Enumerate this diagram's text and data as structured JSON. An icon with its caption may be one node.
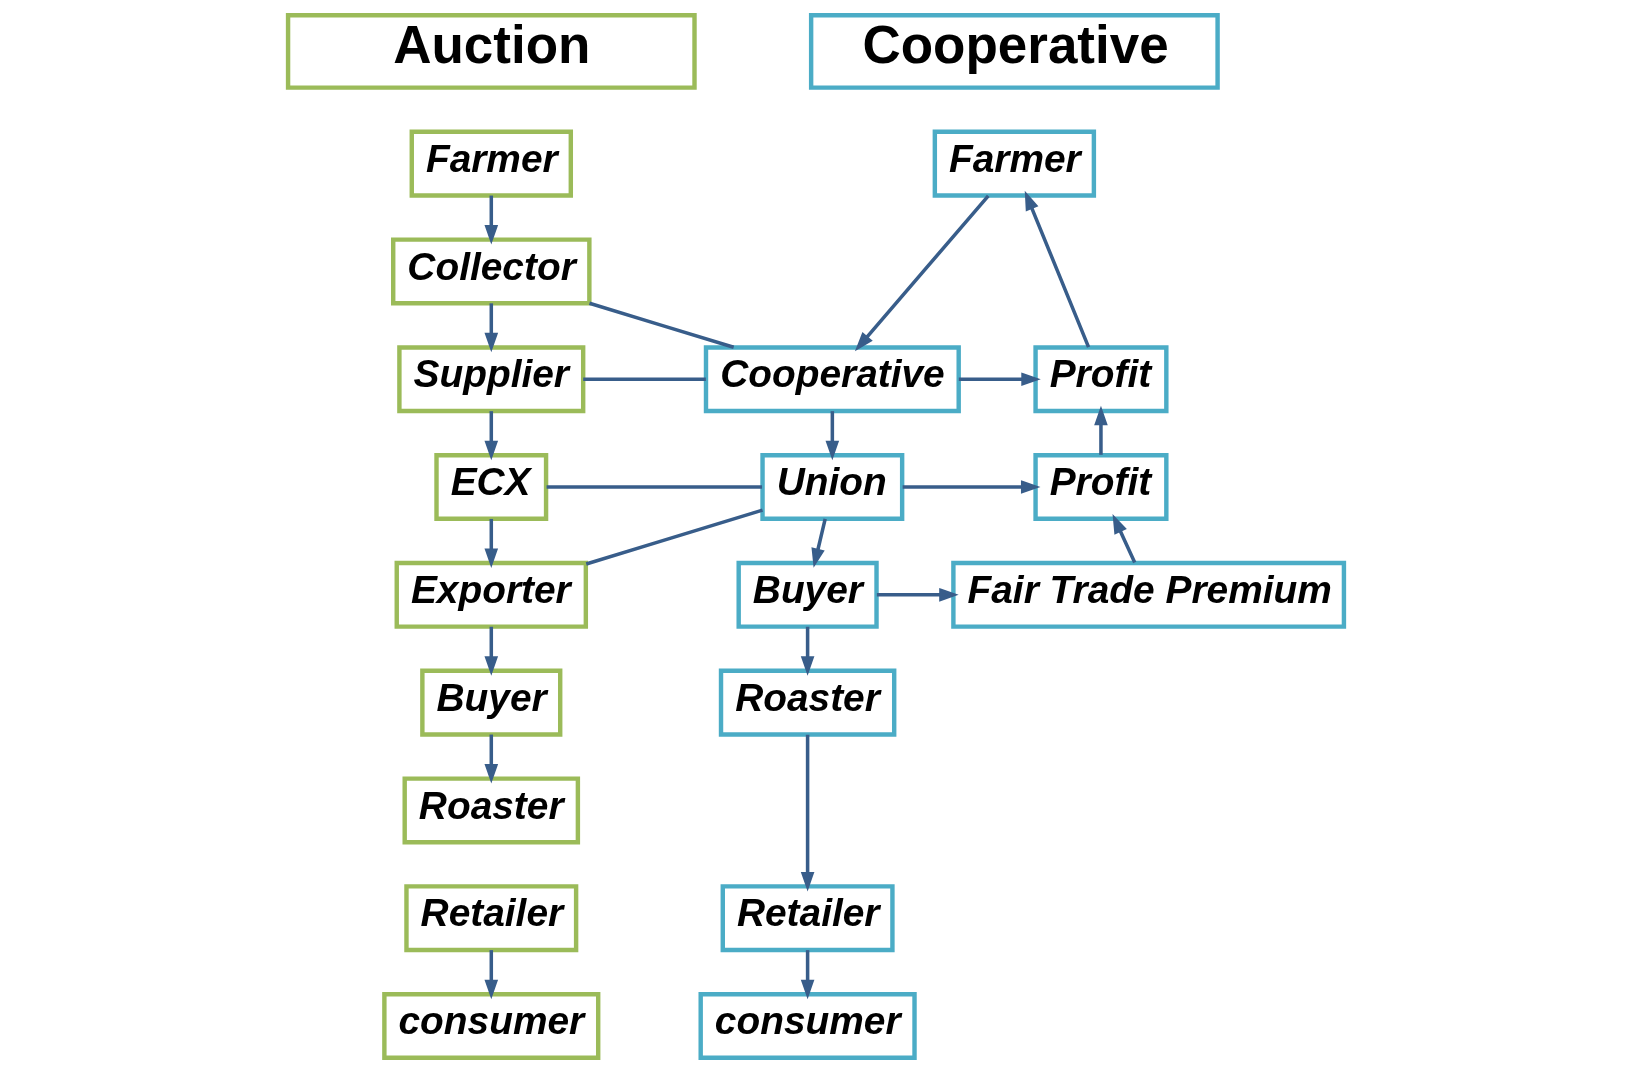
{
  "diagram": {
    "nodes": [
      {
        "text": [
          "Auction"
        ]
      },
      {
        "text": [
          "Farmer"
        ]
      },
      {
        "text": [
          "Collector"
        ]
      },
      {
        "text": [
          "Supplier"
        ]
      },
      {
        "text": [
          "ECX"
        ]
      },
      {
        "text": [
          "Exporter"
        ]
      },
      {
        "text": [
          "Buyer"
        ]
      },
      {
        "text": [
          "Roaster"
        ]
      },
      {
        "text": [
          "Retailer"
        ]
      },
      {
        "text": [
          "consumer"
        ]
      },
      {
        "text": [
          "Cooperative"
        ]
      },
      {
        "text": [
          "Farmer"
        ]
      },
      {
        "text": [
          "Cooperative"
        ]
      },
      {
        "text": [
          "Union"
        ]
      },
      {
        "text": [
          "Buyer"
        ]
      },
      {
        "text": [
          "Roaster"
        ]
      },
      {
        "text": [
          "Retailer"
        ]
      },
      {
        "text": [
          "consumer"
        ]
      },
      {
        "text": [
          "Profit"
        ]
      },
      {
        "text": [
          "Profit"
        ]
      },
      {
        "text": [
          "Fair Trade Premium"
        ]
      }
    ],
    "edges": [
      {
        "from": 1,
        "to": 2,
        "arrow": "to"
      },
      {
        "from": 2,
        "to": 3,
        "arrow": "to"
      },
      {
        "from": 3,
        "to": 4,
        "arrow": "to"
      },
      {
        "from": 4,
        "to": 5,
        "arrow": "to"
      },
      {
        "from": 5,
        "to": 6,
        "arrow": "to"
      },
      {
        "from": 6,
        "to": 7,
        "arrow": "to"
      },
      {
        "from": 8,
        "to": 9,
        "arrow": "to"
      },
      {
        "from": 2,
        "to": 12,
        "arrow": "none"
      },
      {
        "from": 3,
        "to": 12,
        "arrow": "none"
      },
      {
        "from": 4,
        "to": 13,
        "arrow": "none"
      },
      {
        "from": 5,
        "to": 13,
        "arrow": "none"
      },
      {
        "from": 11,
        "to": 12,
        "arrow": "to"
      },
      {
        "from": 12,
        "to": 13,
        "arrow": "to"
      },
      {
        "from": 13,
        "to": 14,
        "arrow": "to"
      },
      {
        "from": 14,
        "to": 15,
        "arrow": "to"
      },
      {
        "from": 15,
        "to": 16,
        "arrow": "to"
      },
      {
        "from": 16,
        "to": 17,
        "arrow": "to"
      },
      {
        "from": 12,
        "to": 18,
        "arrow": "to"
      },
      {
        "from": 13,
        "to": 19,
        "arrow": "to"
      },
      {
        "from": 14,
        "to": 20,
        "arrow": "to"
      },
      {
        "from": 20,
        "to": 19,
        "arrow": "to"
      },
      {
        "from": 19,
        "to": 18,
        "arrow": "to"
      },
      {
        "from": 18,
        "to": 11,
        "arrow": "to"
      }
    ]
  }
}
